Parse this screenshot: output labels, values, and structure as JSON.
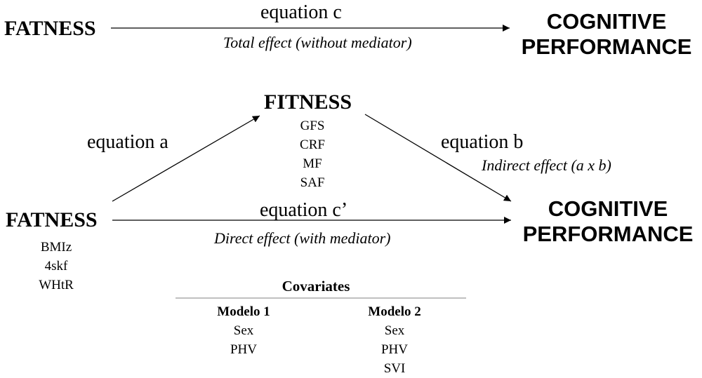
{
  "top_path": {
    "source": "FATNESS",
    "equation": "equation c",
    "effect": "Total effect (without mediator)",
    "target_line1": "COGNITIVE",
    "target_line2": "PERFORMANCE"
  },
  "mediator": {
    "title": "FITNESS",
    "items": [
      "GFS",
      "CRF",
      "MF",
      "SAF"
    ]
  },
  "bottom_path": {
    "source": "FATNESS",
    "source_items": [
      "BMIz",
      "4skf",
      "WHtR"
    ],
    "equation_a": "equation a",
    "equation_b": "equation b",
    "indirect_effect": "Indirect effect (a x b)",
    "equation_c_prime": "equation c’",
    "direct_effect": "Direct effect (with mediator)",
    "target_line1": "COGNITIVE",
    "target_line2": "PERFORMANCE"
  },
  "covariates": {
    "title": "Covariates",
    "model1": {
      "name": "Modelo 1",
      "items": [
        "Sex",
        "PHV"
      ]
    },
    "model2": {
      "name": "Modelo 2",
      "items": [
        "Sex",
        "PHV",
        "SVI"
      ]
    }
  },
  "colors": {
    "text": "#000000",
    "line": "#000000",
    "divider": "#808080",
    "background": "#ffffff"
  }
}
